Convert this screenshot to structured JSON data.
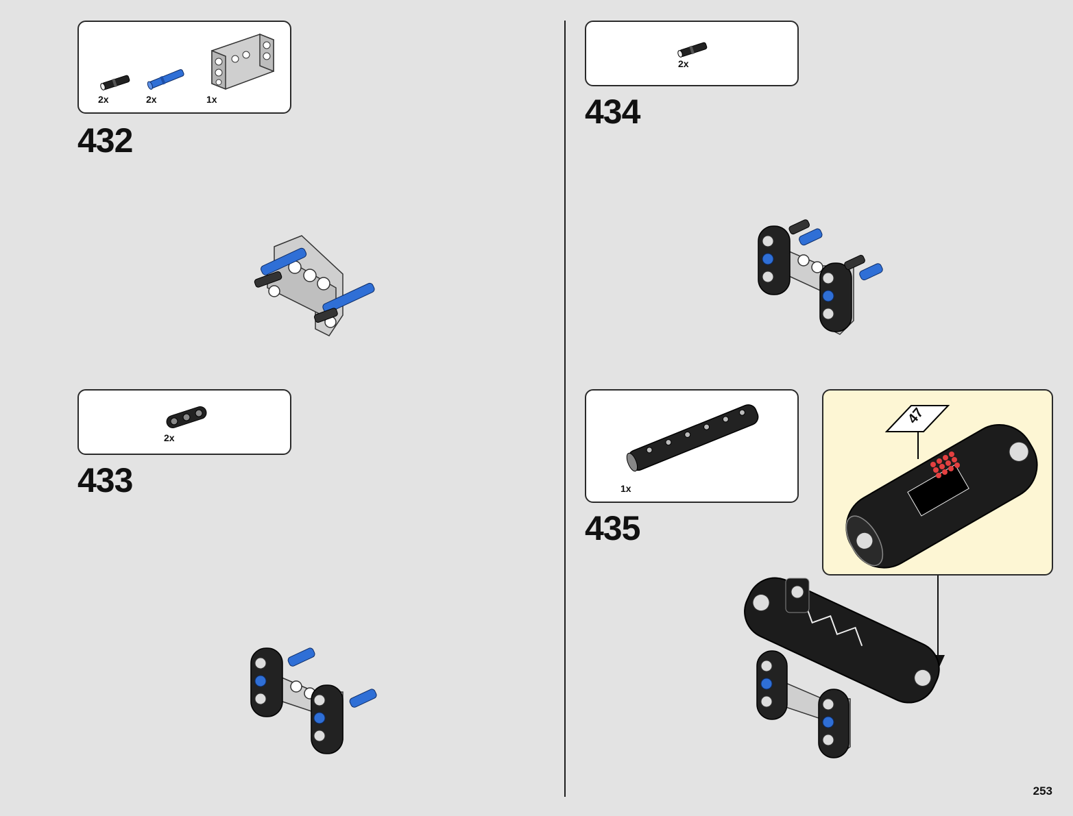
{
  "page_number": "253",
  "colors": {
    "background": "#e3e3e3",
    "callout_background": "#fdf6d4",
    "part_blue": "#2f6fd6",
    "part_black": "#222222",
    "part_grey": "#c8c8c8"
  },
  "steps": [
    {
      "number": "432",
      "parts": [
        {
          "icon": "black-pin-icon",
          "qty": "2x"
        },
        {
          "icon": "blue-axle-pin-icon",
          "qty": "2x"
        },
        {
          "icon": "grey-frame-icon",
          "qty": "1x"
        }
      ]
    },
    {
      "number": "433",
      "parts": [
        {
          "icon": "black-beam-icon",
          "qty": "2x"
        }
      ]
    },
    {
      "number": "434",
      "parts": [
        {
          "icon": "black-pin-icon",
          "qty": "2x"
        }
      ]
    },
    {
      "number": "435",
      "parts": [
        {
          "icon": "black-panel-beam-icon",
          "qty": "1x"
        }
      ],
      "callout": {
        "sticker_label": "47",
        "icon": "sticker-icon"
      }
    }
  ]
}
